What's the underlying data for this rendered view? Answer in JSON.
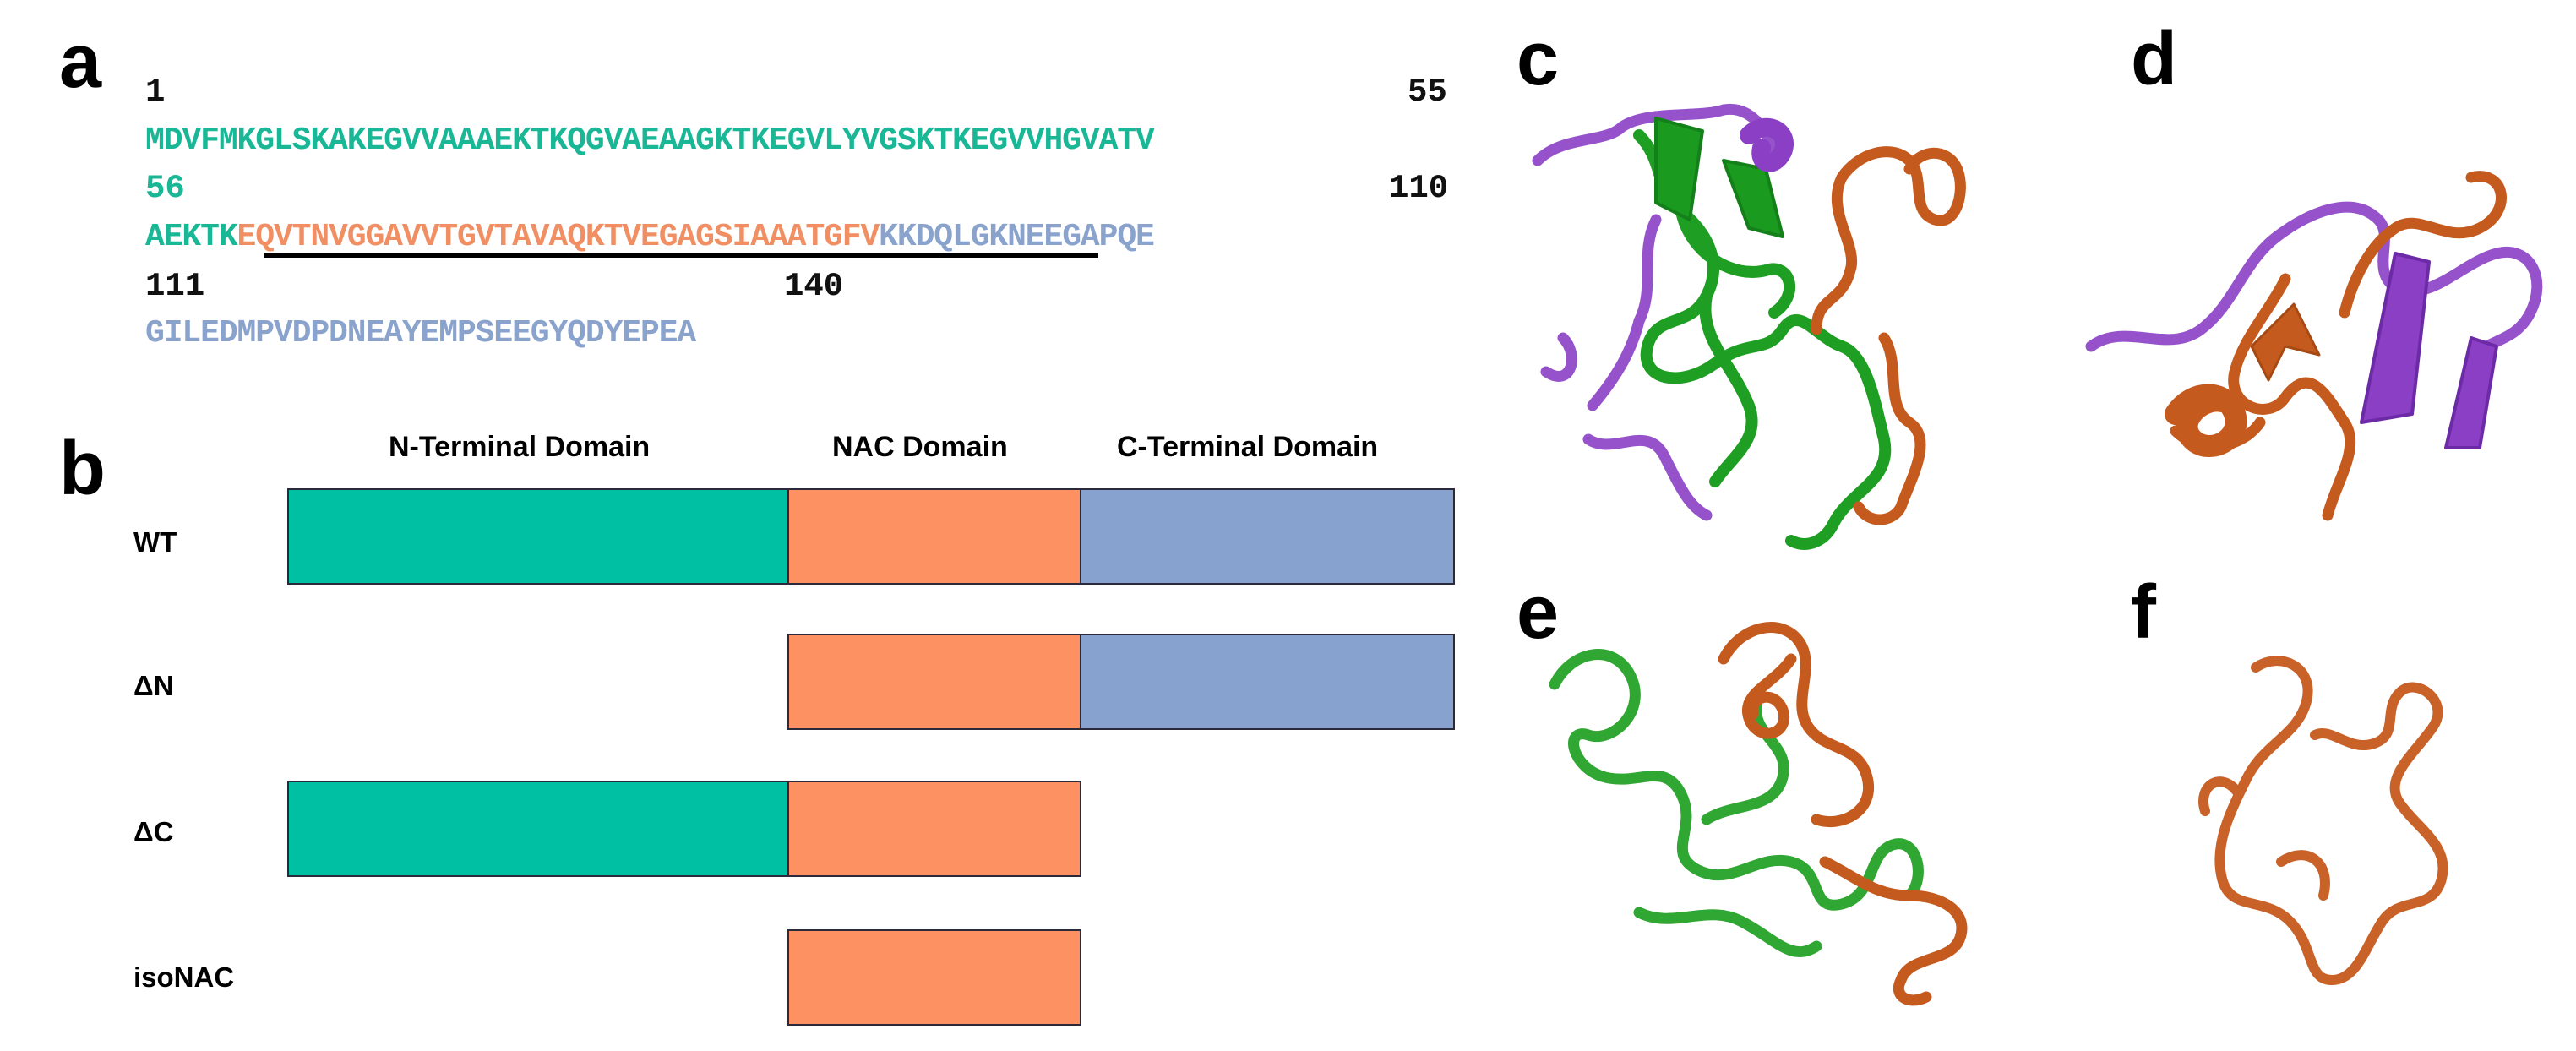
{
  "panels": {
    "a": "a",
    "b": "b",
    "c": "c",
    "d": "d",
    "e": "e",
    "f": "f"
  },
  "sequence": {
    "numbers": {
      "n1": "1",
      "n55": "55",
      "n56": "56",
      "n110": "110",
      "n111": "111",
      "n140": "140"
    },
    "line1": "MDVFMKGLSKAKEGVVAAAEKTKQGVAEAAGKTKEGVLYVGSKTKEGVVHGVATV",
    "line2_teal": "AEKTK",
    "line2_orange": "EQVTNVGGAVVTGVTAVAQKTVEGAGSIAAATGFV",
    "line2_blue": "KKDQLGKNEEGAPQE",
    "line3": "GILEDMPVDPDNEAYEMPSEEGYQDYEPEA"
  },
  "domains": {
    "header": {
      "nterm": "N-Terminal Domain",
      "nac": "NAC Domain",
      "cterm": "C-Terminal Domain"
    },
    "rows": [
      {
        "label": "WT",
        "nterm": true,
        "nac": true,
        "cterm": true
      },
      {
        "label": "ΔN",
        "nterm": false,
        "nac": true,
        "cterm": true
      },
      {
        "label": "ΔC",
        "nterm": true,
        "nac": true,
        "cterm": false
      },
      {
        "label": "isoNAC",
        "nterm": false,
        "nac": true,
        "cterm": false
      }
    ]
  },
  "colors": {
    "nterm": "#00c0a3",
    "nac": "#fd9162",
    "cterm": "#87a2ce",
    "tube_green": "#1e9e22",
    "tube_orange": "#c55a1e",
    "tube_purple": "#8a3fc4"
  }
}
